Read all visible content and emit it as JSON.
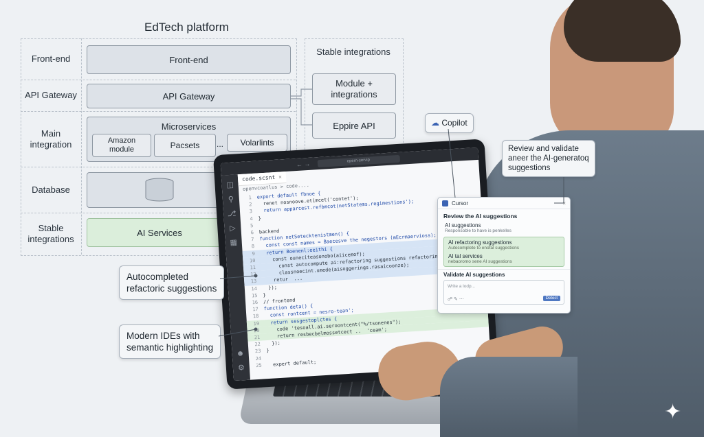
{
  "diagram": {
    "title": "EdTech platform",
    "rows": [
      "Front-end",
      "API Gateway",
      "Main\nintegration",
      "Database",
      "Stable\nintegrations"
    ],
    "frontend_box": "Front-end",
    "gateway_box": "API Gateway",
    "microservices": {
      "label": "Microservices",
      "items": [
        "Amazon\nmodule",
        "Pacsets",
        "...",
        "Volarlints"
      ]
    },
    "ai_services": "AI Services",
    "stable_title": "Stable integrations",
    "stable_items": [
      "Module +\nintegrations",
      "Eppire API"
    ]
  },
  "callouts": {
    "autocomplete": "Autocompleted\nrefactoric suggestions",
    "ide": "Modern IDEs with\nsemantic highlighting",
    "copilot": "Copilot",
    "review": "Review and validate\naneer the AI-generatoq\nsuggestions"
  },
  "ide": {
    "search": "opern-servip",
    "tab": "code.scsnt",
    "breadcrumb": "openvcoatlus  > code....",
    "lines": [
      {
        "n": "1",
        "t": "export default fbnoe {"
      },
      {
        "n": "2",
        "t": "  renet nosnoove.etimcet('contet');"
      },
      {
        "n": "3",
        "t": "  return apparcest.refbmcot(netStatems.regimestions');"
      },
      {
        "n": "4",
        "t": "}"
      },
      {
        "n": "5",
        "t": ""
      },
      {
        "n": "6",
        "t": "backend"
      },
      {
        "n": "7",
        "t": "function netSetecktenistmen() {"
      },
      {
        "n": "8",
        "t": "  const const names = Baecesve the negestors (mEcrmaervioss);"
      },
      {
        "n": "9",
        "t": "  return Boenenl:eeithi {"
      },
      {
        "n": "10",
        "t": "    const ouneciteasonobo(aiicemof);"
      },
      {
        "n": "11",
        "t": "      const autocompute ai:refactoring suggestions refactoring"
      },
      {
        "n": "12",
        "t": "      classnoecint.umede(aisoggerings.rasaicoonze);"
      },
      {
        "n": "13",
        "t": "    retur  ..."
      },
      {
        "n": "14",
        "t": "  });"
      },
      {
        "n": "15",
        "t": "}"
      },
      {
        "n": "16",
        "t": "// frontend"
      },
      {
        "n": "17",
        "t": "function deta() {"
      },
      {
        "n": "18",
        "t": "  const rontcent = nesro-tean';"
      },
      {
        "n": "19",
        "t": "  return sesgestoplctes {"
      },
      {
        "n": "20",
        "t": "    code 'tesoall.ai.seroontcent(\"%/tsonenes\");"
      },
      {
        "n": "21",
        "t": "    return resbecbelmossetcect ..  'ceam';"
      },
      {
        "n": "22",
        "t": "  });"
      },
      {
        "n": "23",
        "t": "}"
      },
      {
        "n": "24",
        "t": ""
      },
      {
        "n": "25",
        "t": "  expert default;"
      }
    ]
  },
  "cursor_panel": {
    "title": "Cursor",
    "heading": "Review the AI suggestions",
    "items": [
      {
        "title": "AI suggestions",
        "sub": "Responsoble to have is penkelles"
      },
      {
        "title": "AI refactoring suggestions",
        "sub": "Autocomplete to enofal suggestions"
      },
      {
        "title": "AI tal services",
        "sub": "nebaoromo sene AI suggestions"
      }
    ],
    "validate": "Validate AI suggestions",
    "placeholder": "Write a lodp...",
    "button": "Detect"
  }
}
